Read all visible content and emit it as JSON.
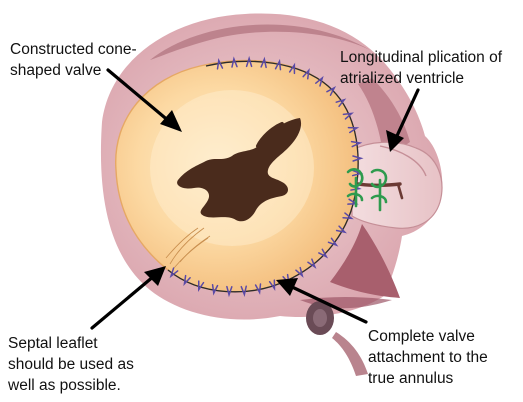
{
  "labels": {
    "cone_valve": [
      "Constructed cone-",
      "shaped valve"
    ],
    "plication": [
      "Longitudinal plication of",
      "atrialized ventricle"
    ],
    "septal_leaflet": [
      "Septal leaflet",
      "should be used as",
      "well as possible."
    ],
    "attachment": [
      "Complete valve",
      "attachment to the",
      "true annulus"
    ]
  },
  "colors": {
    "heart_tissue": "#e7c1c6",
    "heart_tissue_dark": "#b26f7c",
    "valve": "#fbd7a2",
    "valve_center": "#ffe9bf",
    "orifice": "#4a2b1c",
    "suture": "#5b4aa6",
    "plication_suture": "#2e9b4e",
    "arrow": "#000000"
  }
}
